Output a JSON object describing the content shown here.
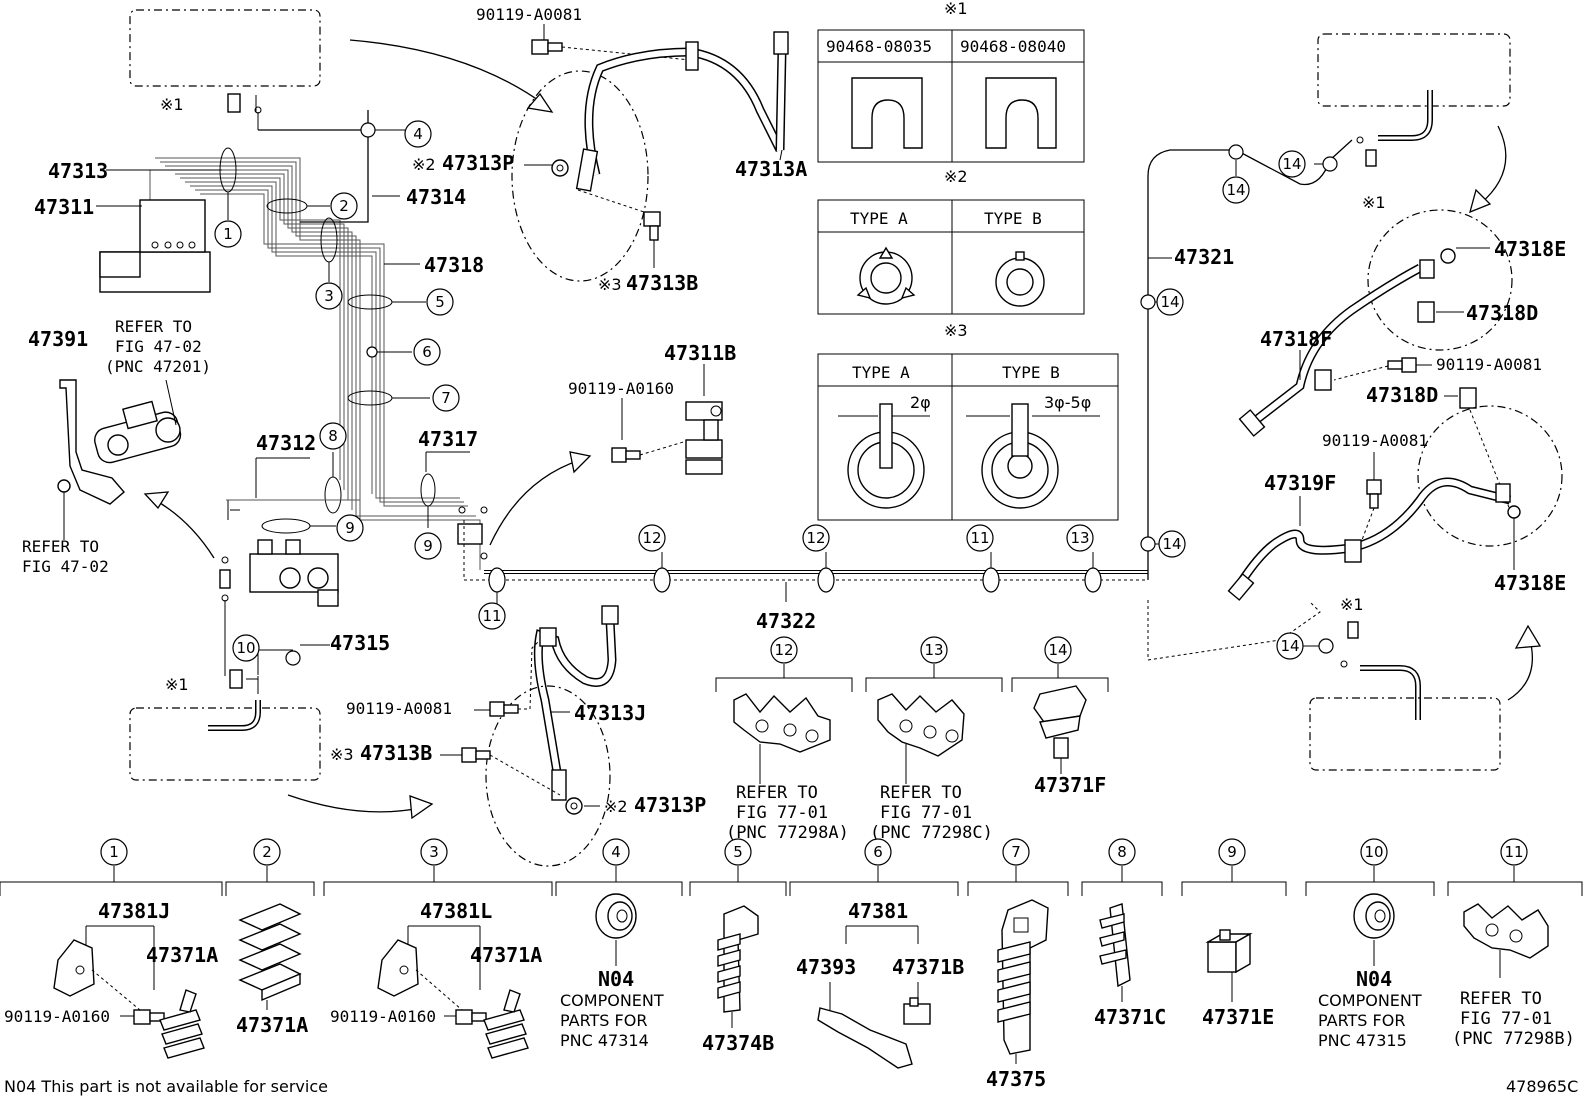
{
  "diagram_id": "478965C",
  "footnote": "N04 This part is not available for service",
  "symbols": {
    "s1": "※1",
    "s2": "※2",
    "s3": "※3"
  },
  "insets": {
    "s1": {
      "left": "90468-08035",
      "right": "90468-08040"
    },
    "s2": {
      "left": "TYPE A",
      "right": "TYPE B"
    },
    "s3": {
      "left": "TYPE A",
      "right": "TYPE B",
      "left_dim": "2φ",
      "right_dim": "3φ-5φ"
    }
  },
  "labels": {
    "p47313": "47313",
    "p47311": "47311",
    "p47314": "47314",
    "p47318": "47318",
    "p47391": "47391",
    "refer_a1": "REFER TO",
    "refer_a2": "FIG 47-02",
    "refer_a3": "(PNC 47201)",
    "refer_b1": "REFER TO",
    "refer_b2": "FIG 47-02",
    "p47312": "47312",
    "p47317": "47317",
    "p47315": "47315",
    "p47322": "47322",
    "p47313P_top": "47313P",
    "p47313B_top": "47313B",
    "p47313A": "47313A",
    "bolt_top": "90119-A0081",
    "bolt_mid": "90119-A0160",
    "p47311B": "47311B",
    "bolt_j": "90119-A0081",
    "p47313J": "47313J",
    "p47313B_bot": "47313B",
    "p47313P_bot": "47313P",
    "p47321": "47321",
    "p47318E_top": "47318E",
    "p47318D_top": "47318D",
    "p47318F": "47318F",
    "bolt_r1": "90119-A0081",
    "p47318D_mid": "47318D",
    "bolt_r2": "90119-A0081",
    "p47319F": "47319F",
    "p47318E_bot": "47318E",
    "c12_r1": "REFER TO",
    "c12_r2": "FIG 77-01",
    "c12_r3": "(PNC 77298A)",
    "c13_r1": "REFER TO",
    "c13_r2": "FIG 77-01",
    "c13_r3": "(PNC 77298C)",
    "p47371F": "47371F"
  },
  "bottom": {
    "b1_top": "47381J",
    "b1_a": "47371A",
    "b1_bolt": "90119-A0160",
    "b2": "47371A",
    "b3_top": "47381L",
    "b3_a": "47371A",
    "b3_bolt": "90119-A0160",
    "b4_code": "N04",
    "b4_l1": "COMPONENT",
    "b4_l2": "PARTS FOR",
    "b4_l3": "PNC 47314",
    "b5": "47374B",
    "b6_top": "47381",
    "b6_a": "47393",
    "b6_b": "47371B",
    "b7": "47375",
    "b8": "47371C",
    "b9": "47371E",
    "b10_code": "N04",
    "b10_l1": "COMPONENT",
    "b10_l2": "PARTS FOR",
    "b10_l3": "PNC 47315",
    "b11_l1": "REFER TO",
    "b11_l2": "FIG 77-01",
    "b11_l3": "(PNC 77298B)"
  },
  "callouts": [
    "1",
    "2",
    "3",
    "4",
    "5",
    "6",
    "7",
    "8",
    "9",
    "10",
    "11",
    "12",
    "13",
    "14"
  ]
}
